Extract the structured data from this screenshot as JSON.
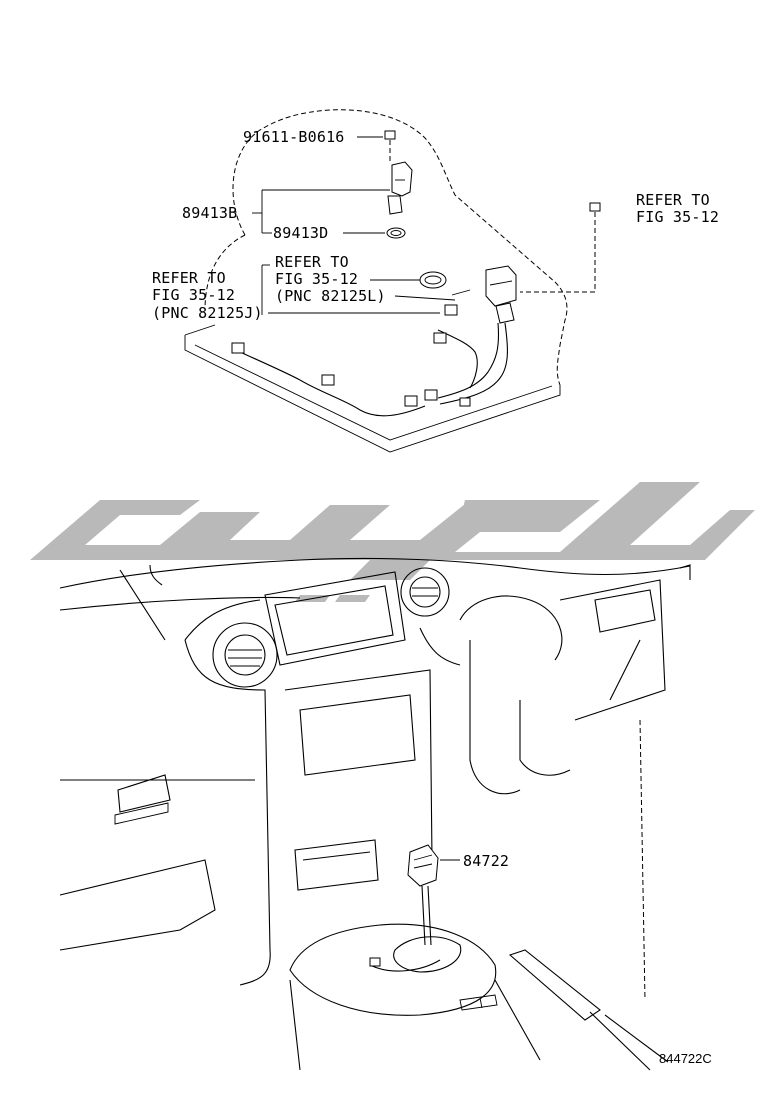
{
  "labels": {
    "p91611": "91611-B0616",
    "p89413b": "89413B",
    "p89413d": "89413D",
    "refer_right_1": "REFER TO",
    "refer_right_2": "FIG 35-12",
    "refer_mid_1": "REFER TO",
    "refer_mid_2": "FIG 35-12",
    "refer_mid_3": "(PNC 82125L)",
    "refer_left_1": "REFER TO",
    "refer_left_2": "FIG 35-12",
    "refer_left_3": "(PNC 82125J)",
    "p84722": "84722",
    "figure_code": "844722C"
  },
  "colors": {
    "line": "#000000",
    "watermark": "#b9b9b9",
    "background": "#ffffff"
  }
}
